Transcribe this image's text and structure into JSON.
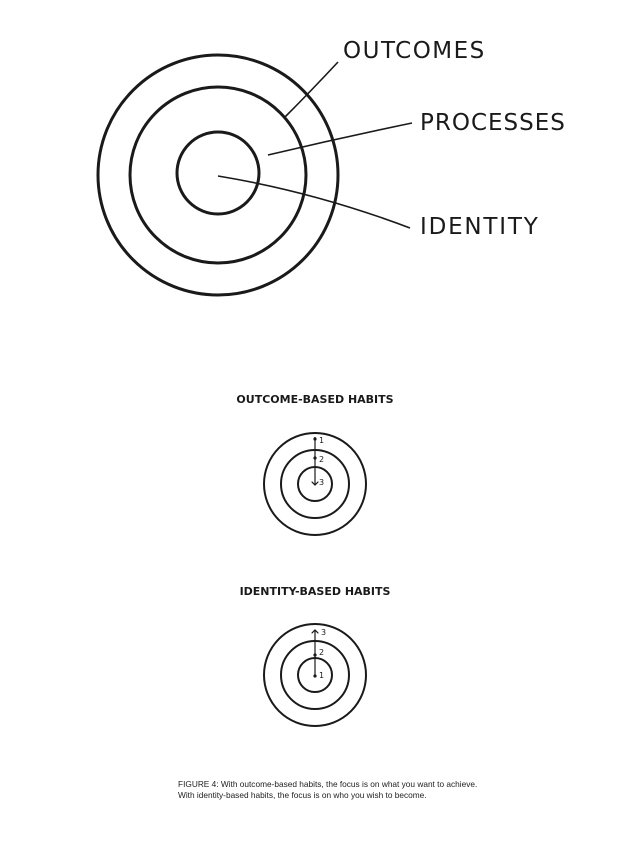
{
  "main_diagram": {
    "labels": {
      "outer": "OUTCOMES",
      "middle": "PROCESSES",
      "inner": "IDENTITY"
    }
  },
  "outcome_based": {
    "heading": "OUTCOME-BASED HABITS",
    "step_labels": [
      "1",
      "2",
      "3"
    ]
  },
  "identity_based": {
    "heading": "IDENTITY-BASED HABITS",
    "step_labels": [
      "1",
      "2",
      "3"
    ]
  },
  "caption": "FIGURE 4: With outcome-based habits, the focus is on what you want to achieve. With identity-based habits, the focus is on who you wish to become.",
  "colors": {
    "ink": "#1a1a1a",
    "background": "#ffffff"
  }
}
